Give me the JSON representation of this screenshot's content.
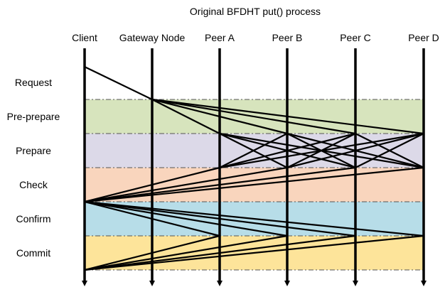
{
  "title": "Original BFDHT put() process",
  "nodes": [
    {
      "id": "client",
      "label": "Client"
    },
    {
      "id": "gateway",
      "label": "Gateway Node"
    },
    {
      "id": "peer-a",
      "label": "Peer A"
    },
    {
      "id": "peer-b",
      "label": "Peer B"
    },
    {
      "id": "peer-c",
      "label": "Peer C"
    },
    {
      "id": "peer-d",
      "label": "Peer D"
    }
  ],
  "phases": [
    {
      "id": "request",
      "label": "Request",
      "color": "#ffffff"
    },
    {
      "id": "pre-prepare",
      "label": "Pre-prepare",
      "color": "#d7e4bd"
    },
    {
      "id": "prepare",
      "label": "Prepare",
      "color": "#dcd9e8"
    },
    {
      "id": "check",
      "label": "Check",
      "color": "#f9d5bd"
    },
    {
      "id": "confirm",
      "label": "Confirm",
      "color": "#b7dde8"
    },
    {
      "id": "commit",
      "label": "Commit",
      "color": "#fde49a"
    }
  ],
  "messages": [
    {
      "phase": "request",
      "from": "client",
      "to": "gateway"
    },
    {
      "phase": "pre-prepare",
      "from": "gateway",
      "to": "peer-a"
    },
    {
      "phase": "pre-prepare",
      "from": "gateway",
      "to": "peer-b"
    },
    {
      "phase": "pre-prepare",
      "from": "gateway",
      "to": "peer-c"
    },
    {
      "phase": "pre-prepare",
      "from": "gateway",
      "to": "peer-d"
    },
    {
      "phase": "prepare",
      "from": "peer-a",
      "to": "peer-b"
    },
    {
      "phase": "prepare",
      "from": "peer-a",
      "to": "peer-c"
    },
    {
      "phase": "prepare",
      "from": "peer-a",
      "to": "peer-d"
    },
    {
      "phase": "prepare",
      "from": "peer-b",
      "to": "peer-a"
    },
    {
      "phase": "prepare",
      "from": "peer-b",
      "to": "peer-c"
    },
    {
      "phase": "prepare",
      "from": "peer-b",
      "to": "peer-d"
    },
    {
      "phase": "prepare",
      "from": "peer-c",
      "to": "peer-a"
    },
    {
      "phase": "prepare",
      "from": "peer-c",
      "to": "peer-b"
    },
    {
      "phase": "prepare",
      "from": "peer-c",
      "to": "peer-d"
    },
    {
      "phase": "prepare",
      "from": "peer-d",
      "to": "peer-a"
    },
    {
      "phase": "prepare",
      "from": "peer-d",
      "to": "peer-b"
    },
    {
      "phase": "prepare",
      "from": "peer-d",
      "to": "peer-c"
    },
    {
      "phase": "check",
      "from": "peer-a",
      "to": "client"
    },
    {
      "phase": "check",
      "from": "peer-b",
      "to": "client"
    },
    {
      "phase": "check",
      "from": "peer-c",
      "to": "client"
    },
    {
      "phase": "check",
      "from": "peer-d",
      "to": "client"
    },
    {
      "phase": "confirm",
      "from": "client",
      "to": "peer-a"
    },
    {
      "phase": "confirm",
      "from": "client",
      "to": "peer-b"
    },
    {
      "phase": "confirm",
      "from": "client",
      "to": "peer-c"
    },
    {
      "phase": "confirm",
      "from": "client",
      "to": "peer-d"
    },
    {
      "phase": "commit",
      "from": "peer-a",
      "to": "client"
    },
    {
      "phase": "commit",
      "from": "peer-b",
      "to": "client"
    },
    {
      "phase": "commit",
      "from": "peer-c",
      "to": "client"
    },
    {
      "phase": "commit",
      "from": "peer-d",
      "to": "client"
    }
  ]
}
